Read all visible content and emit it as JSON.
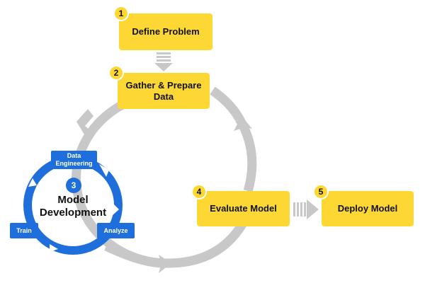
{
  "colors": {
    "box": "#fdd835",
    "arrow_gray": "#c8c8c8",
    "inner_blue": "#1e6fdc",
    "text": "#111111"
  },
  "steps": [
    {
      "number": "1",
      "label": "Define Problem"
    },
    {
      "number": "2",
      "label": "Gather & Prepare Data"
    },
    {
      "number": "3",
      "label": "Model Development"
    },
    {
      "number": "4",
      "label": "Evaluate Model"
    },
    {
      "number": "5",
      "label": "Deploy Model"
    }
  ],
  "inner_cycle": {
    "labels": [
      "Data Engineering",
      "Train",
      "Analyze"
    ]
  }
}
